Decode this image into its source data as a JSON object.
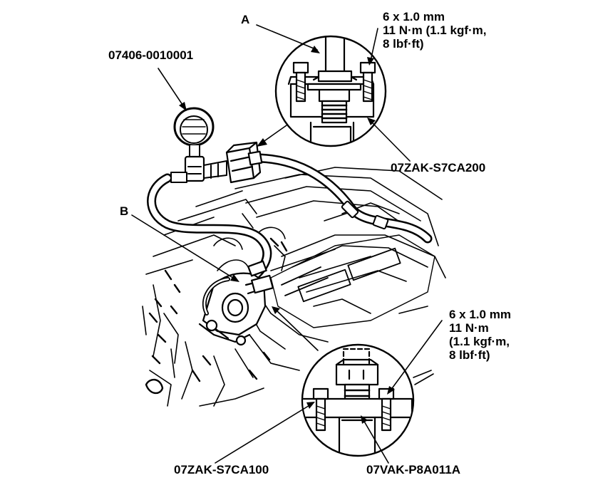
{
  "labels": {
    "a": "A",
    "b": "B",
    "gauge_part": "07406-0010001",
    "adapter_upper": "07ZAK-S7CA200",
    "adapter_lower": "07ZAK-S7CA100",
    "adapter_lower_right": "07VAK-P8A011A"
  },
  "spec_top": [
    "6 x 1.0 mm",
    "11 N·m (1.1 kgf·m,",
    "8 lbf·ft)"
  ],
  "spec_bottom": [
    "6 x 1.0 mm",
    "11 N·m",
    "(1.1 kgf·m,",
    "8 lbf·ft)"
  ],
  "colors": {
    "ink": "#000000",
    "paper": "#ffffff"
  }
}
